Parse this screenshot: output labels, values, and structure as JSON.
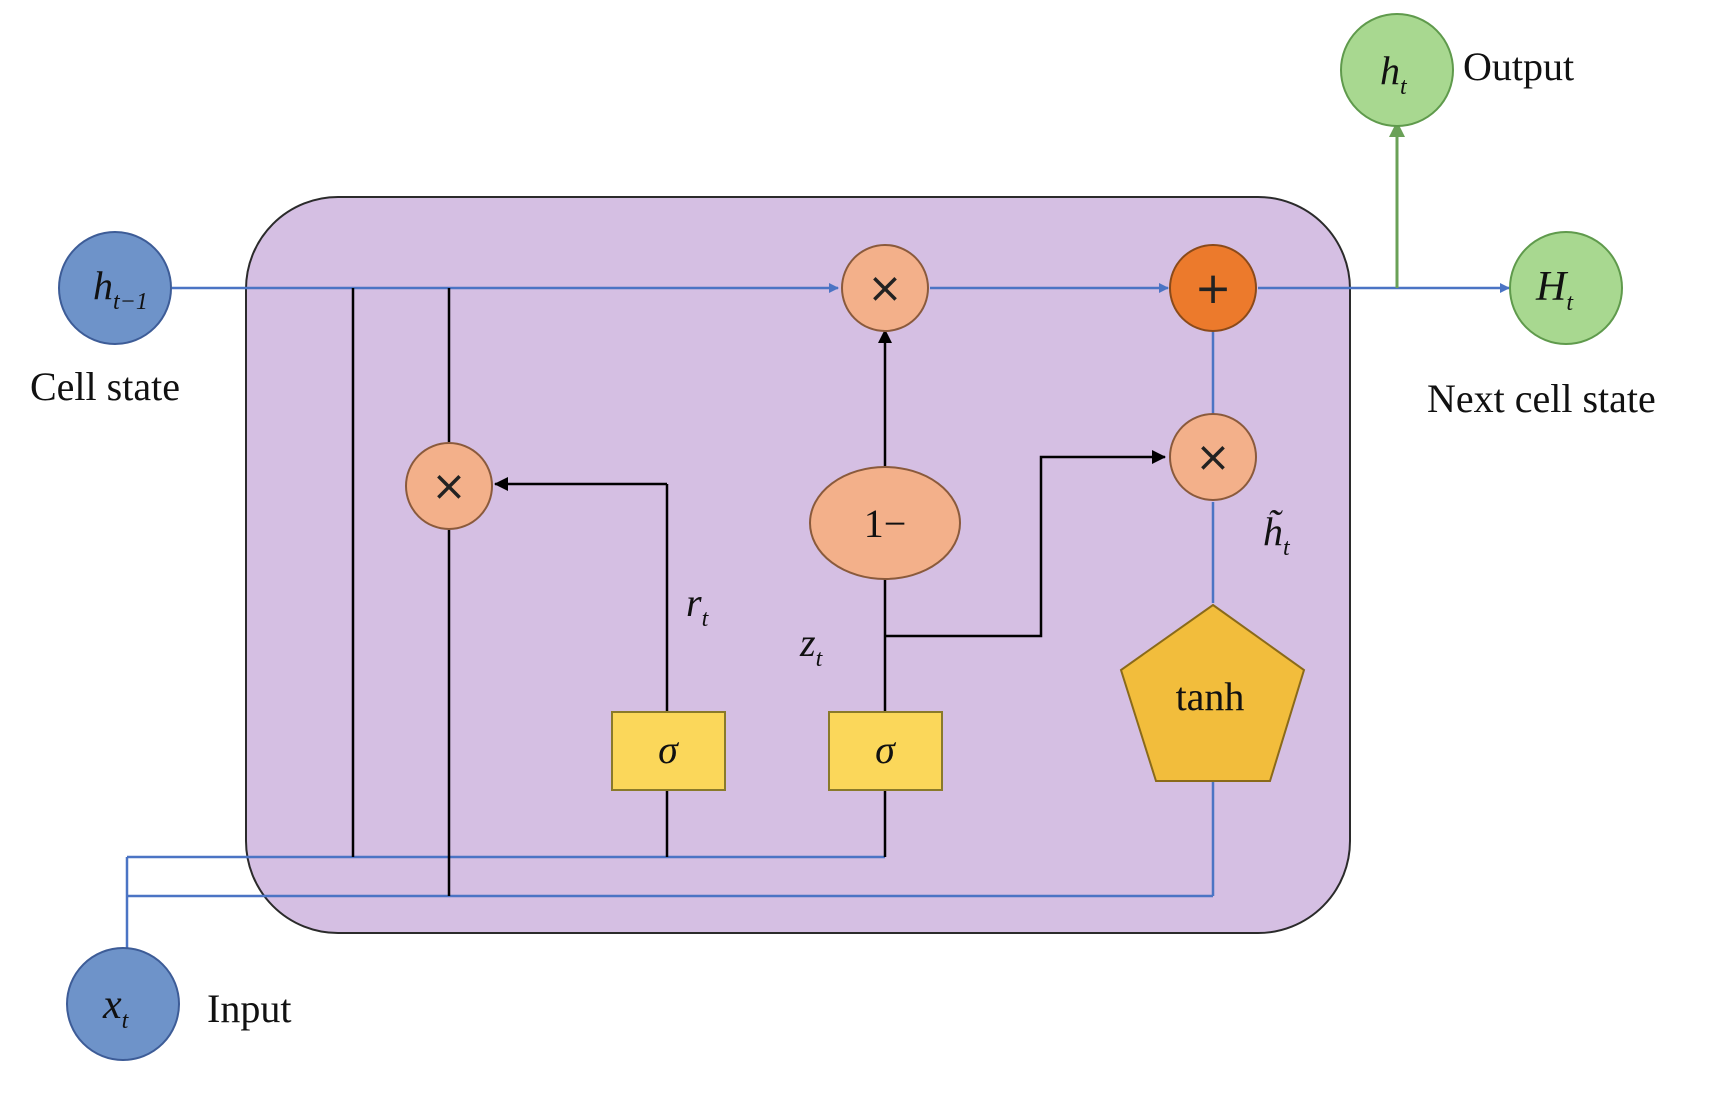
{
  "labels": {
    "cell_state": "Cell state",
    "input": "Input",
    "output": "Output",
    "next_cell_state": "Next cell state"
  },
  "nodes": {
    "h_prev": {
      "base": "h",
      "sub": "t−1"
    },
    "x_t": {
      "base": "x",
      "sub": "t"
    },
    "h_t_out": {
      "base": "h",
      "sub": "t"
    },
    "H_t": {
      "base": "H",
      "sub": "t"
    },
    "h_tilde": {
      "base": "h̃",
      "sub": "t"
    },
    "r_t": {
      "base": "r",
      "sub": "t"
    },
    "z_t": {
      "base": "z",
      "sub": "t"
    }
  },
  "operators": {
    "multiply": "×",
    "add": "+",
    "one_minus": "1−",
    "sigma": "σ",
    "tanh": "tanh"
  },
  "colors": {
    "cell_fill": "#d5bfe3",
    "blue_node": "#6e93c9",
    "green_node": "#a8d890",
    "op_node": "#f3b08a",
    "add_node": "#ec7a2c",
    "sigma_box": "#fbd75a",
    "tanh_fill": "#f2bd3c",
    "blue_line": "#4b74c4",
    "green_line": "#6aa157"
  }
}
